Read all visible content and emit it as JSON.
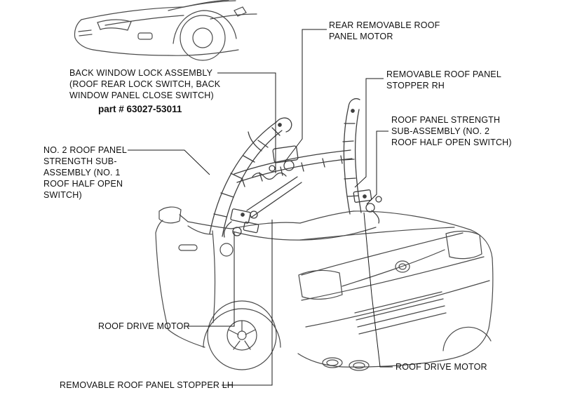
{
  "colors": {
    "background": "#ffffff",
    "line_art": "#4a4a4a",
    "mechanism_line": "#3f3f3f",
    "leader_line": "#1a1a1a",
    "text": "#111111"
  },
  "labels": {
    "rear_roof_panel_motor": "REAR REMOVABLE ROOF\nPANEL MOTOR",
    "back_window_lock_assembly": "BACK WINDOW LOCK ASSEMBLY\n(ROOF REAR LOCK SWITCH, BACK\nWINDOW PANEL CLOSE SWITCH)",
    "part_number": "part # 63027-53011",
    "removable_roof_panel_stopper_rh": "REMOVABLE ROOF PANEL\nSTOPPER RH",
    "roof_panel_strength_sub_assembly": "ROOF PANEL STRENGTH\nSUB-ASSEMBLY (NO. 2\nROOF HALF OPEN SWITCH)",
    "no2_roof_panel_strength_sub_assembly": "NO. 2 ROOF PANEL\nSTRENGTH SUB-\nASSEMBLY (NO. 1\nROOF HALF OPEN\nSWITCH)",
    "roof_drive_motor_left": "ROOF DRIVE MOTOR",
    "removable_roof_panel_stopper_lh": "REMOVABLE ROOF PANEL STOPPER LH",
    "roof_drive_motor_right": "ROOF DRIVE MOTOR"
  }
}
